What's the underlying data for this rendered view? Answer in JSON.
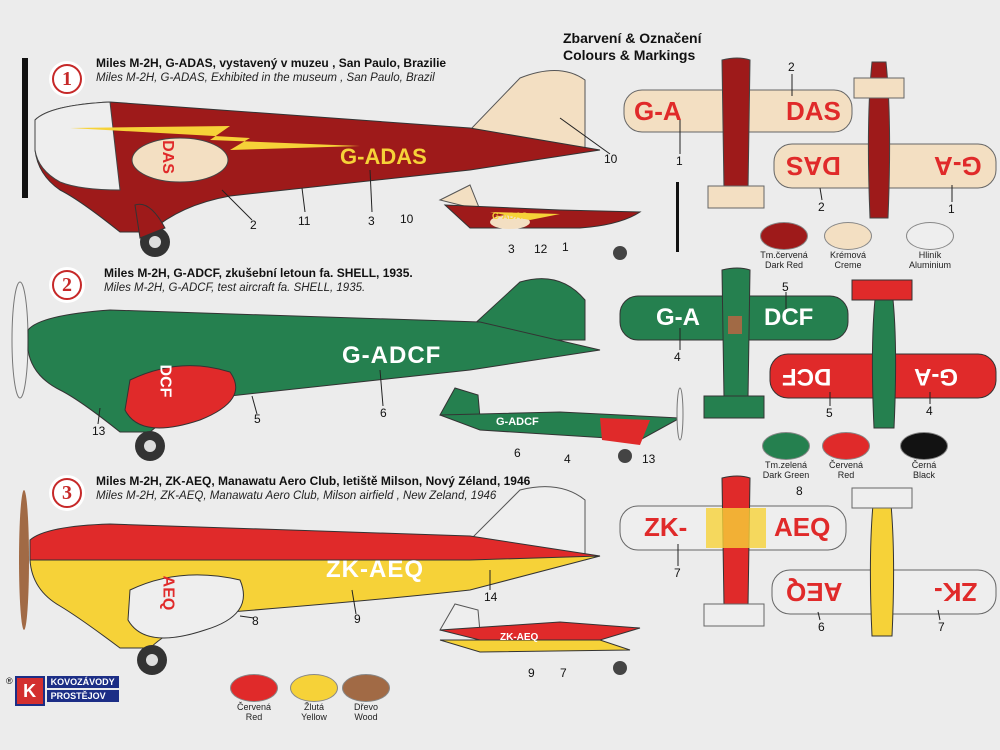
{
  "header": {
    "line1": "Zbarvení & Označení",
    "line2": "Colours & Markings"
  },
  "schemes": [
    {
      "number": "1",
      "title_cz": "Miles M-2H, G-ADAS, vystavený v muzeu , San Paulo, Brazilie",
      "title_en": "Miles M-2H, G-ADAS,  Exhibited in the museum , San Paulo, Brazil",
      "reg": "G-ADAS",
      "wing_left": "G-A",
      "wing_right": "DAS"
    },
    {
      "number": "2",
      "title_cz": "Miles M-2H, G-ADCF, zkušební letoun fa. SHELL, 1935.",
      "title_en": "Miles M-2H, G-ADCF, test aircraft fa. SHELL, 1935.",
      "reg": "G-ADCF",
      "wing_left": "G-A",
      "wing_right": "DCF"
    },
    {
      "number": "3",
      "title_cz": "Miles M-2H, ZK-AEQ,  Manawatu Aero Club, letiště Milson, Nový Zéland, 1946",
      "title_en": "Miles M-2H, ZK-AEQ,  Manawatu Aero Club, Milson airfield , New Zeland, 1946",
      "reg": "ZK-AEQ",
      "wing_left": "ZK-",
      "wing_right": "AEQ"
    }
  ],
  "side_texts": {
    "s1_side_nose": "DAS",
    "s2_side_nose": "DCF",
    "s3_side_nose": "AEQ",
    "s1_mirror_l": "DAS",
    "s1_mirror_r": "G-A",
    "s2_mirror_l": "DCF",
    "s2_mirror_r": "G-A",
    "s3_mirror_l": "AEQ",
    "s3_mirror_r": "ZK-"
  },
  "callouts": {
    "c1": "1",
    "c2": "2",
    "c3": "3",
    "c4": "4",
    "c5": "5",
    "c6": "6",
    "c7": "7",
    "c8": "8",
    "c9": "9",
    "c10": "10",
    "c11": "11",
    "c12": "12",
    "c13": "13",
    "c14": "14"
  },
  "swatches": [
    {
      "cz": "Tm.červená",
      "en": "Dark Red",
      "color": "#9e1a1a"
    },
    {
      "cz": "Krémová",
      "en": "Creme",
      "color": "#f3dfc2"
    },
    {
      "cz": "Hliník",
      "en": "Aluminium",
      "color": "#eeeeee"
    },
    {
      "cz": "Tm.zelená",
      "en": "Dark Green",
      "color": "#25804f"
    },
    {
      "cz": "Červená",
      "en": "Red",
      "color": "#e02a2a"
    },
    {
      "cz": "Černá",
      "en": "Black",
      "color": "#121212"
    },
    {
      "cz": "Červená",
      "en": "Red",
      "color": "#e02a2a"
    },
    {
      "cz": "Žlutá",
      "en": "Yellow",
      "color": "#f6d238"
    },
    {
      "cz": "Dřevo",
      "en": "Wood",
      "color": "#a16a45"
    }
  ],
  "logo": {
    "top": "KOVOZÁVODY",
    "bottom": "PROSTĚJOV",
    "mark": "K",
    "reg": "®"
  },
  "colors": {
    "dark_red": "#9e1a1a",
    "creme": "#f3dfc2",
    "dark_green": "#25804f",
    "red": "#e02a2a",
    "yellow": "#f6d238",
    "aluminium": "#eeeeee"
  }
}
